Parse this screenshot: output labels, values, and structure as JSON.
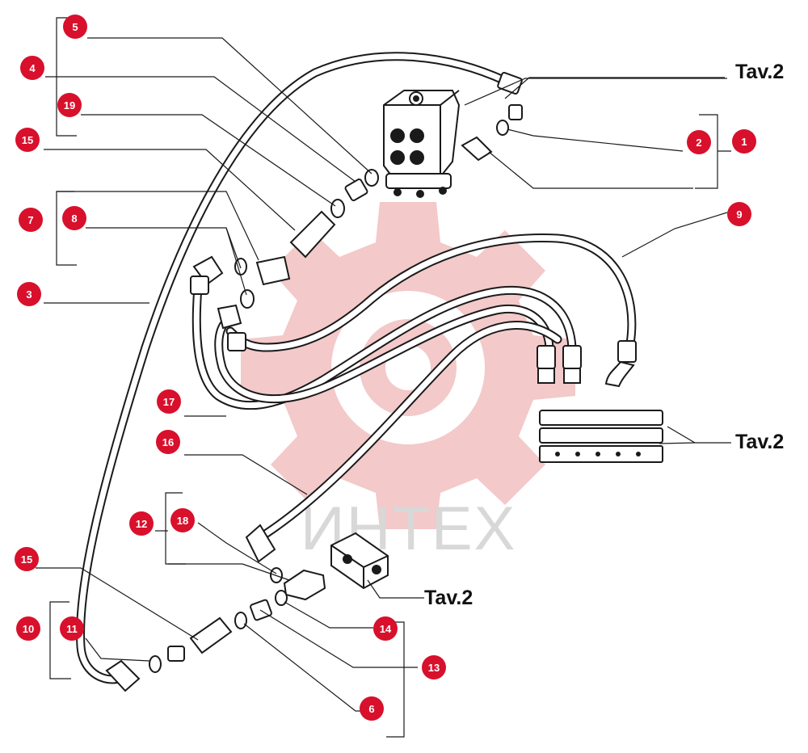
{
  "colors": {
    "callout": "#d8102c",
    "ink": "#1a1a1a",
    "watermark_red": "#f1c3c3",
    "watermark_text": "#d8d8d8"
  },
  "watermark": {
    "text": "ИНТЕХ"
  },
  "references": [
    {
      "id": "tav-top",
      "text": "Tav.2"
    },
    {
      "id": "tav-mid",
      "text": "Tav.2"
    },
    {
      "id": "tav-bottom",
      "text": "Tav.2"
    }
  ],
  "callouts": [
    {
      "id": "c5",
      "label": "5"
    },
    {
      "id": "c4",
      "label": "4"
    },
    {
      "id": "c19",
      "label": "19"
    },
    {
      "id": "c15a",
      "label": "15"
    },
    {
      "id": "c7",
      "label": "7"
    },
    {
      "id": "c8",
      "label": "8"
    },
    {
      "id": "c3",
      "label": "3"
    },
    {
      "id": "c2",
      "label": "2"
    },
    {
      "id": "c1",
      "label": "1"
    },
    {
      "id": "c9",
      "label": "9"
    },
    {
      "id": "c17",
      "label": "17"
    },
    {
      "id": "c16",
      "label": "16"
    },
    {
      "id": "c12",
      "label": "12"
    },
    {
      "id": "c18",
      "label": "18"
    },
    {
      "id": "c15b",
      "label": "15"
    },
    {
      "id": "c10",
      "label": "10"
    },
    {
      "id": "c11",
      "label": "11"
    },
    {
      "id": "c14",
      "label": "14"
    },
    {
      "id": "c13",
      "label": "13"
    },
    {
      "id": "c6",
      "label": "6"
    }
  ]
}
